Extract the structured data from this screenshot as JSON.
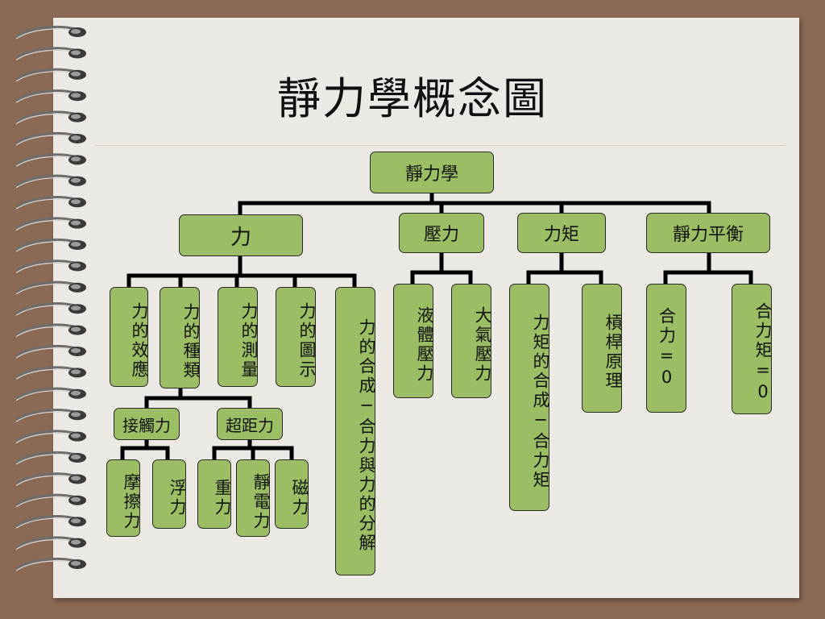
{
  "title": "靜力學概念圖",
  "nodes": {
    "root": "靜力學",
    "force": "力",
    "pressure": "壓力",
    "torque": "力矩",
    "equilibrium": "靜力平衡",
    "force_effect": "力的效應",
    "force_types": "力的種類",
    "force_measure": "力的測量",
    "force_diagram": "力的圖示",
    "force_compose": "力的合成─合力與力的分解",
    "liquid_pressure": "液體壓力",
    "air_pressure": "大氣壓力",
    "torque_compose": "力矩的合成─合力矩",
    "lever": "槓桿原理",
    "net_force_zero": "合力=0",
    "net_torque_zero": "合力矩=0",
    "contact_force": "接觸力",
    "noncontact_force": "超距力",
    "friction": "摩擦力",
    "buoyancy": "浮力",
    "gravity": "重力",
    "electrostatic": "靜電力",
    "magnetic": "磁力"
  },
  "colors": {
    "node_fill": "#9bbd63",
    "border": "#2a2a2a",
    "background": "#8c6954",
    "paper": "#ece8e4"
  }
}
